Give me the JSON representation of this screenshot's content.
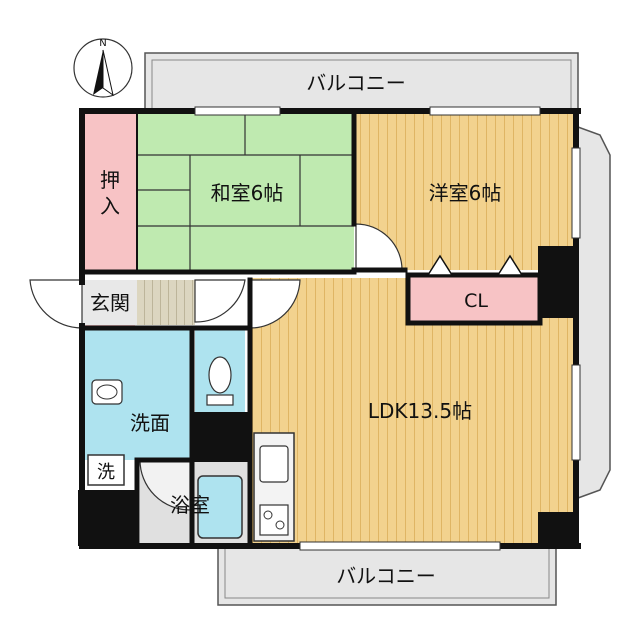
{
  "compass": {
    "north_label": "N"
  },
  "rooms": {
    "balcony_top": "バルコニー",
    "balcony_bottom": "バルコニー",
    "closet_oshiire": "押\n入",
    "washitsu": "和室6帖",
    "yoshitsu": "洋室6帖",
    "cl": "CL",
    "genkan": "玄関",
    "senmen": "洗面",
    "sen": "洗",
    "yokushitsu": "浴室",
    "ldk": "LDK13.5帖"
  },
  "colors": {
    "wall": "#111111",
    "balcony": "#e6e6e6",
    "tatami": "#bfeab0",
    "wood": "#f2d28e",
    "wood_line": "#e0b96a",
    "pink": "#f7c3c5",
    "water": "#aee3ef",
    "tile": "#d9d4c2",
    "gray": "#d9d9d9"
  }
}
